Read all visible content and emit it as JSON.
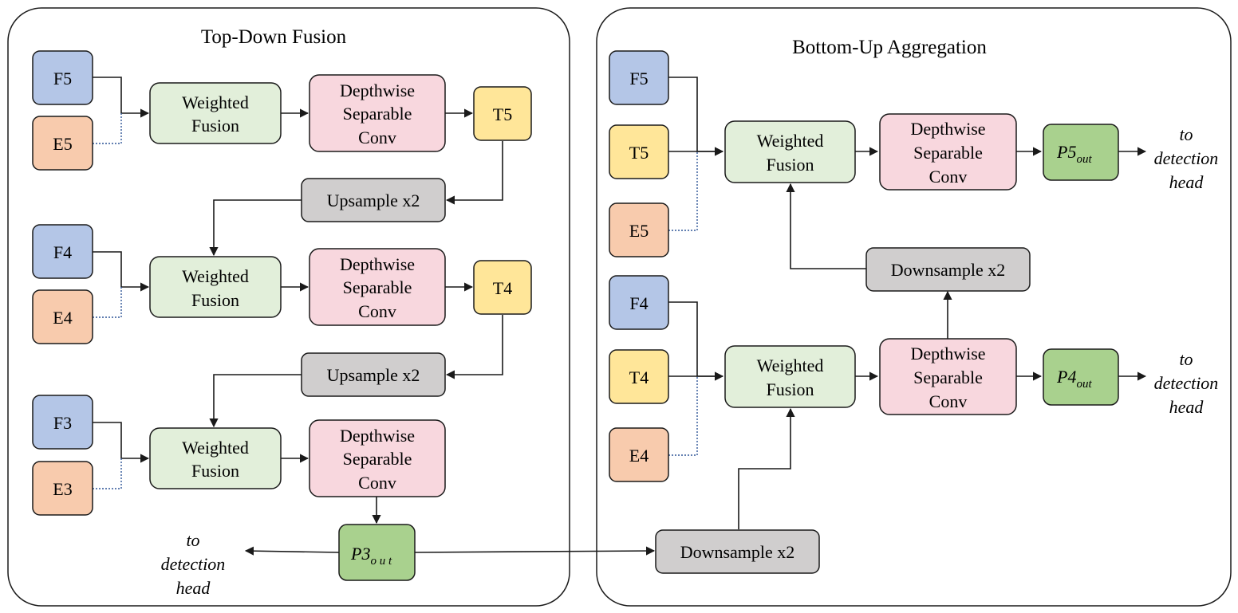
{
  "panels": {
    "left_title": "Top-Down Fusion",
    "right_title": "Bottom-Up Aggregation"
  },
  "colors": {
    "F": "#b4c6e7",
    "E": "#f8cbad",
    "T": "#ffe699",
    "fusion": "#e2efda",
    "conv": "#f8d7de",
    "sample": "#d0cece",
    "out": "#a9d18e",
    "border": "#1a1a1a",
    "dotted": "#2f5597"
  },
  "labels": {
    "F5": "F5",
    "E5": "E5",
    "F4": "F4",
    "E4": "E4",
    "F3": "F3",
    "E3": "E3",
    "T5": "T5",
    "T4": "T4",
    "fusion": [
      "Weighted",
      "Fusion"
    ],
    "conv": [
      "Depthwise",
      "Separable",
      "Conv"
    ],
    "upsample": "Upsample x2",
    "downsample": "Downsample x2",
    "P3": "P3",
    "P3_sub": "o u t",
    "P4": "P4",
    "P5": "P5",
    "out_sub": "out",
    "to_head": [
      "to",
      "detection",
      "head"
    ]
  }
}
